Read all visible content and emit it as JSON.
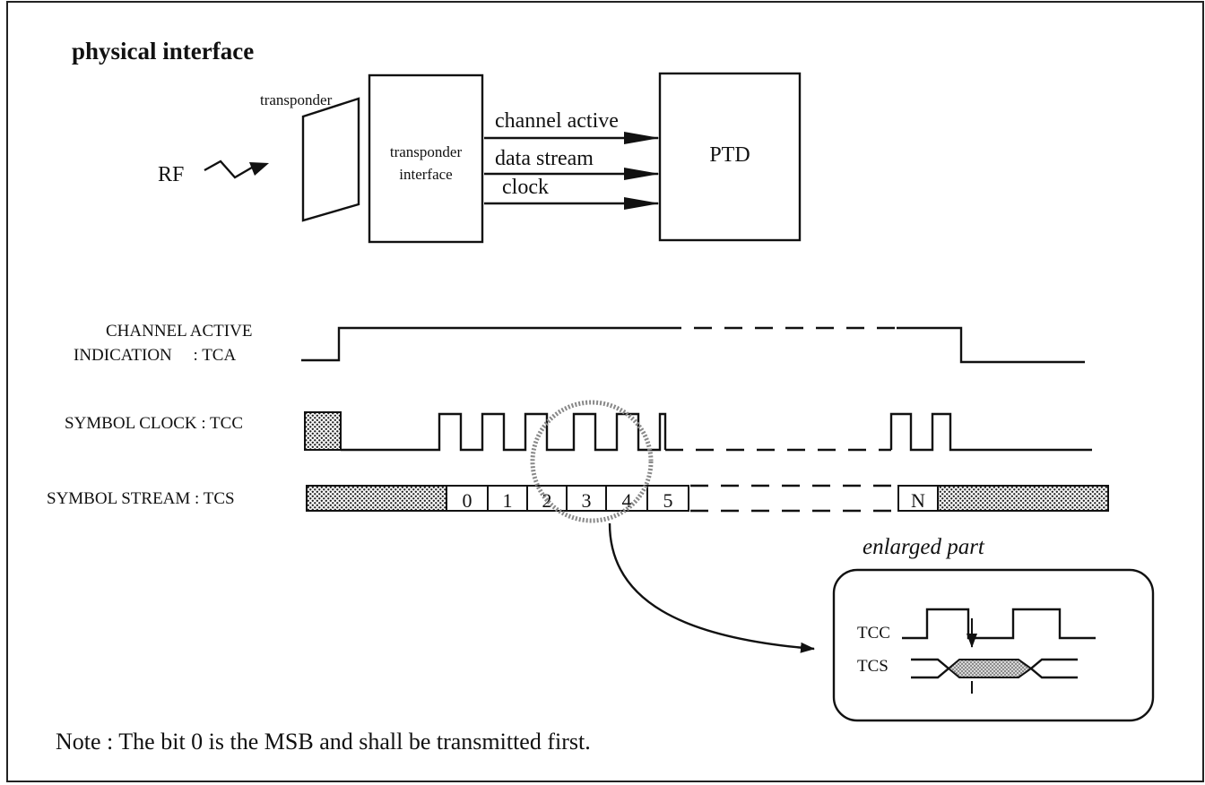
{
  "title": "physical interface",
  "block": {
    "transponder_label": "transponder",
    "interface_label_line1": "transponder",
    "interface_label_line2": "interface",
    "rf_label": "RF",
    "ptd_label": "PTD",
    "signals": [
      "channel active",
      "data stream",
      "clock"
    ]
  },
  "timing": {
    "tca_label_line1": "CHANNEL ACTIVE",
    "tca_label_line2": "INDICATION     : TCA",
    "tcc_label": "SYMBOL CLOCK : TCC",
    "tcs_label": "SYMBOL STREAM : TCS",
    "symbols": [
      "0",
      "1",
      "2",
      "3",
      "4",
      "5"
    ],
    "last_symbol": "N"
  },
  "enlarged": {
    "caption": "enlarged part",
    "tcc": "TCC",
    "tcs": "TCS"
  },
  "note": "Note : The bit 0 is the MSB and shall be transmitted first."
}
